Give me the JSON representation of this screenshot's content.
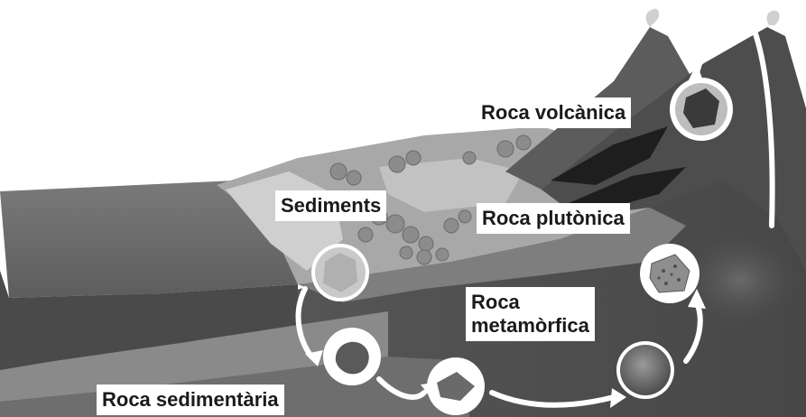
{
  "labels": {
    "volcanic": "Roca volcànica",
    "sediments": "Sediments",
    "plutonic": "Roca plutònica",
    "metamorphic_line1": "Roca",
    "metamorphic_line2": "metamòrfica",
    "sedimentary": "Roca sedimentària"
  },
  "colors": {
    "sea": "#6b6b6b",
    "land": "#9a9a9a",
    "crust": "#5a5a5a",
    "volcano": "#4a4a4a",
    "arrow": "#ffffff"
  }
}
